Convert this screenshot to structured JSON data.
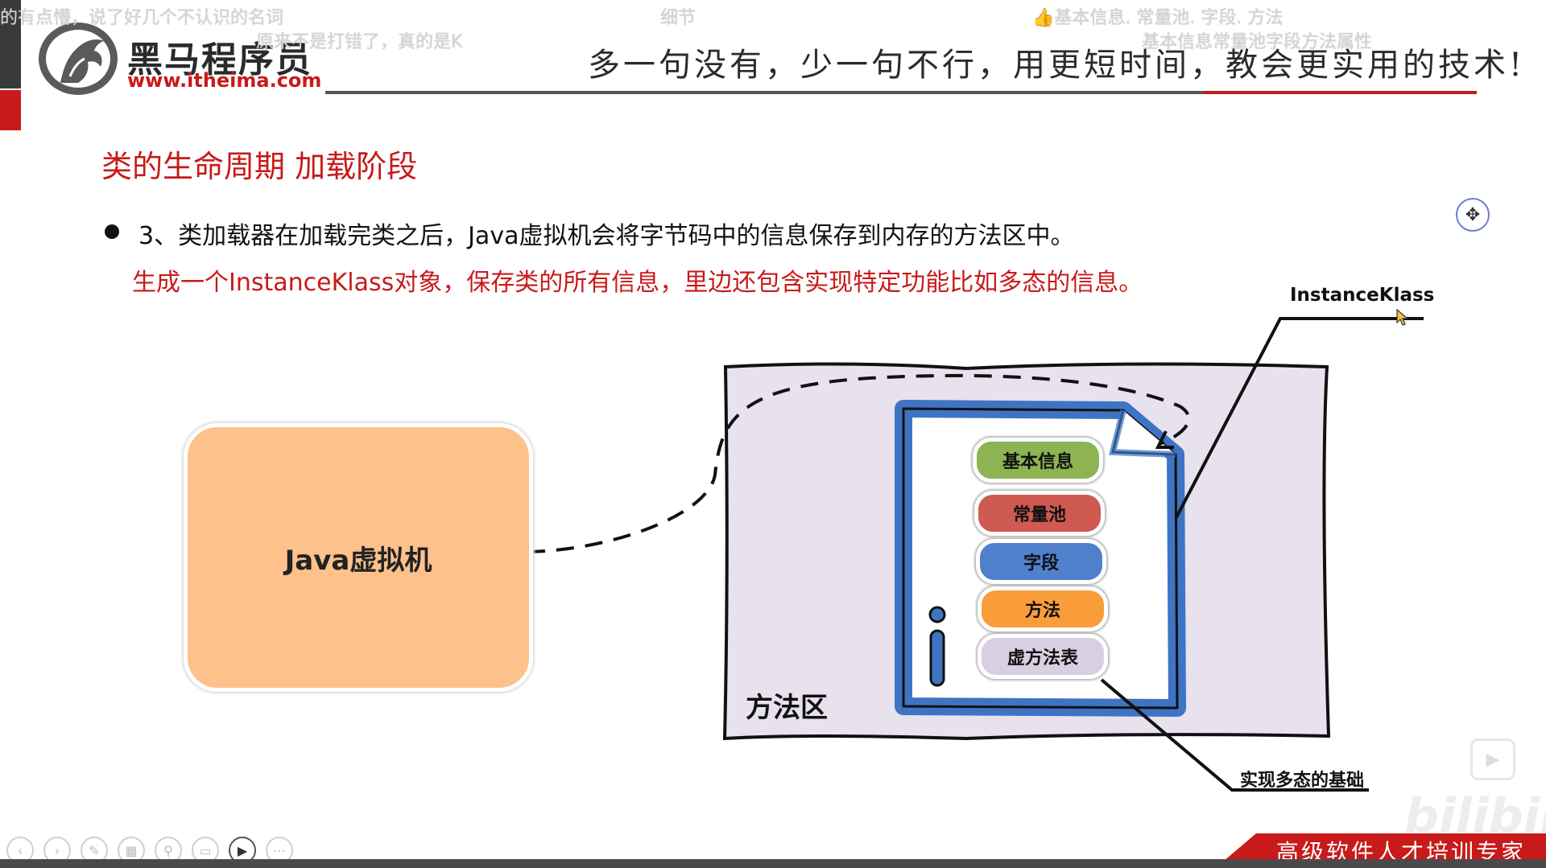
{
  "danmaku": [
    "的有点懵，说了好几个不认识的名词",
    "原来不是打错了，真的是K",
    "细节",
    "基本信息. 常量池. 字段. 方法",
    "基本信息常量池字段方法属性"
  ],
  "header": {
    "logo_cn": "黑马程序员",
    "logo_url": "www.itheima.com",
    "slogan": "多一句没有，少一句不行，用更短时间，教会更实用的技术!"
  },
  "slide": {
    "title": "类的生命周期 加载阶段",
    "bullet": "3、类加载器在加载完类之后，Java虚拟机会将字节码中的信息保存到内存的方法区中。",
    "red_line": "生成一个InstanceKlass对象，保存类的所有信息，里边还包含实现特定功能比如多态的信息。"
  },
  "diagram": {
    "jvm_label": "Java虚拟机",
    "method_area_label": "方法区",
    "instance_label": "InstanceKlass",
    "poly_label": "实现多态的基础",
    "pills": [
      {
        "label": "基本信息",
        "color": "#8db352"
      },
      {
        "label": "常量池",
        "color": "#cf5a51"
      },
      {
        "label": "字段",
        "color": "#4f80cc"
      },
      {
        "label": "方法",
        "color": "#f99c3a"
      },
      {
        "label": "虚方法表",
        "color": "#d9cfe2"
      }
    ],
    "jvm_color": "#fdc18c",
    "area_color": "#e7e2ee",
    "doc_border_color": "#3f74c4"
  },
  "footer": {
    "banner_text": "高级软件人才培训专家",
    "brand_color": "#c81a1a"
  },
  "controls": [
    "prev-icon",
    "next-icon",
    "pen-icon",
    "grid-icon",
    "zoom-icon",
    "screen-icon",
    "video-icon",
    "more-icon"
  ],
  "watermark": "bilibili"
}
